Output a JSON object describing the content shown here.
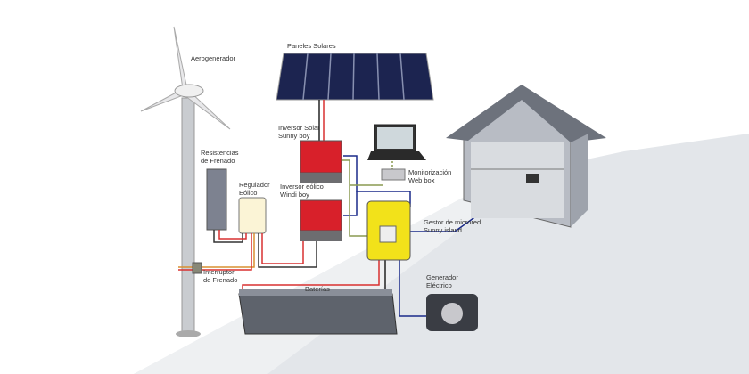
{
  "labels": {
    "wind_turbine": "Aerogenerador",
    "solar_panels": "Paneles Solares",
    "solar_inverter": [
      "Inversor Solar",
      "Sunny boy"
    ],
    "brake_resistors": [
      "Resistencias",
      "de Frenado"
    ],
    "wind_regulator": [
      "Regulador",
      "Eólico"
    ],
    "wind_inverter": [
      "Inversor eólico",
      "Windi boy"
    ],
    "monitoring": [
      "Monitorización",
      "Web box"
    ],
    "microgrid_manager": [
      "Gestor de microred",
      "Sunny island"
    ],
    "brake_switch": [
      "Interruptor",
      "de Frenado"
    ],
    "batteries": "Baterías",
    "generator": [
      "Generador",
      "Eléctrico"
    ]
  },
  "colors": {
    "inverter_red": "#d8202a",
    "island_yellow": "#f2e21a",
    "wire_blue": "#1a2a8a",
    "wire_red": "#d83030",
    "panel": "#1c2450",
    "house": "#8a8f99"
  }
}
